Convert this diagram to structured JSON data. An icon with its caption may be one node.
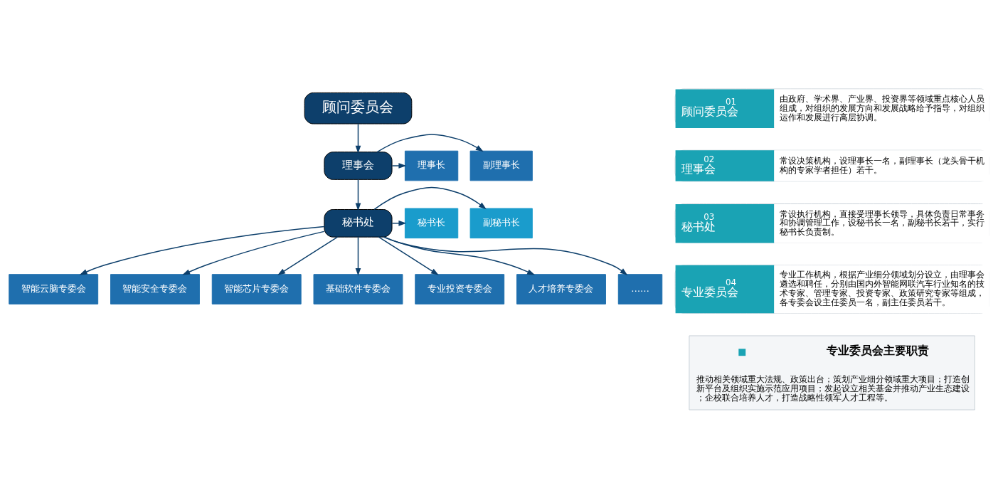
{
  "diagram": {
    "nodes": [
      {
        "text": [
          "顾问委员会"
        ]
      },
      {
        "text": [
          "理事会"
        ]
      },
      {
        "text": [
          "理事长"
        ]
      },
      {
        "text": [
          "副理事长"
        ]
      },
      {
        "text": [
          "秘书处"
        ]
      },
      {
        "text": [
          "秘书长"
        ]
      },
      {
        "text": [
          "副秘书长"
        ]
      },
      {
        "text": [
          "智能云脑专委会"
        ]
      },
      {
        "text": [
          "智能安全专委会"
        ]
      },
      {
        "text": [
          "智能芯片专委会"
        ]
      },
      {
        "text": [
          "基础软件专委会"
        ]
      },
      {
        "text": [
          "专业投资专委会"
        ]
      },
      {
        "text": [
          "人才培养专委会"
        ]
      },
      {
        "text": [
          "……"
        ]
      },
      {
        "text": [
          "01",
          "顾问委员会",
          "由政府、学术界、产业界、投资界等领域重点核心人员组成，对组织的发展方向和发展战略给予指导，对组织运作和发展进行高层协调。"
        ]
      },
      {
        "text": [
          "02",
          "理事会",
          "常设决策机构，设理事长一名，副理事长（龙头骨干机构的专家学者担任）若干。"
        ]
      },
      {
        "text": [
          "03",
          "秘书处",
          "常设执行机构，直接受理事长领导，具体负责日常事务和协调管理工作，设秘书长一名，副秘书长若干，实行秘书长负责制。"
        ]
      },
      {
        "text": [
          "04",
          "专业委员会",
          "专业工作机构，根据产业细分领域划分设立，由理事会遴选和聘任，分别由国内外智能网联汽车行业知名的技术专家、管理专家、投资专家、政策研究专家等组成，各专委会设主任委员一名，副主任委员若干。"
        ]
      },
      {
        "text": [
          "专业委员会主要职责",
          "推动相关领域重大法规、政策出台；策划产业细分领域重大项目；打造创新平台及组织实施示范应用项目；发起设立相关基金并推动产业生态建设；企校联合培养人才，打造战略性领军人才工程等。"
        ]
      }
    ],
    "edges": [
      {
        "from": 0,
        "to": 1,
        "arrow": "to"
      },
      {
        "from": 1,
        "to": 2,
        "arrow": "to"
      },
      {
        "from": 1,
        "to": 3,
        "arrow": "to"
      },
      {
        "from": 1,
        "to": 4,
        "arrow": "to"
      },
      {
        "from": 4,
        "to": 5,
        "arrow": "to"
      },
      {
        "from": 4,
        "to": 6,
        "arrow": "to"
      },
      {
        "from": 4,
        "to": 7,
        "arrow": "to"
      },
      {
        "from": 4,
        "to": 8,
        "arrow": "to"
      },
      {
        "from": 4,
        "to": 9,
        "arrow": "to"
      },
      {
        "from": 4,
        "to": 10,
        "arrow": "to"
      },
      {
        "from": 4,
        "to": 11,
        "arrow": "to"
      },
      {
        "from": 4,
        "to": 12,
        "arrow": "to"
      },
      {
        "from": 4,
        "to": 13,
        "arrow": "to"
      }
    ]
  }
}
